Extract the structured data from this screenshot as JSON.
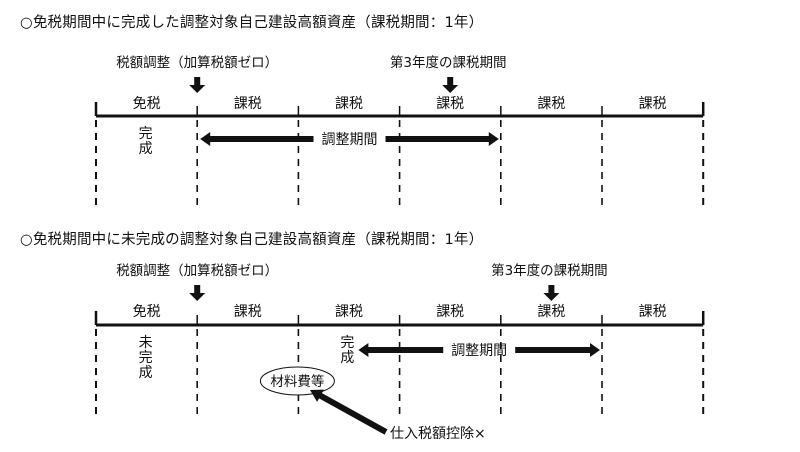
{
  "diagrams": [
    {
      "title": "○免税期間中に完成した調整対象自己建設高額資産（課税期間：1年）",
      "periods": [
        "免税",
        "課税",
        "課税",
        "課税",
        "課税",
        "課税"
      ],
      "callouts": [
        {
          "text": "税額調整（加算税額ゼロ）",
          "at_boundary": 1
        },
        {
          "text": "第3年度の課税期間",
          "at_period": 3
        }
      ],
      "markers": [
        {
          "text": "完成",
          "in_period": 0,
          "vertical": true
        }
      ],
      "adjustment_period": {
        "label": "調整期間",
        "from_boundary": 1,
        "to_boundary": 4
      }
    },
    {
      "title": "○免税期間中に未完成の調整対象自己建設高額資産（課税期間：1年）",
      "periods": [
        "免税",
        "課税",
        "課税",
        "課税",
        "課税",
        "課税"
      ],
      "callouts": [
        {
          "text": "税額調整（加算税額ゼロ）",
          "at_boundary": 1
        },
        {
          "text": "第3年度の課税期間",
          "at_period": 4
        }
      ],
      "markers": [
        {
          "text": "未完成",
          "in_period": 0,
          "vertical": true
        },
        {
          "text": "完成",
          "in_period": 2,
          "vertical": true
        }
      ],
      "adjustment_period": {
        "label": "調整期間",
        "from_period_mid": 2,
        "to_boundary": 5
      },
      "ellipse_label": "材料費等",
      "note": "仕入税額控除×"
    }
  ]
}
